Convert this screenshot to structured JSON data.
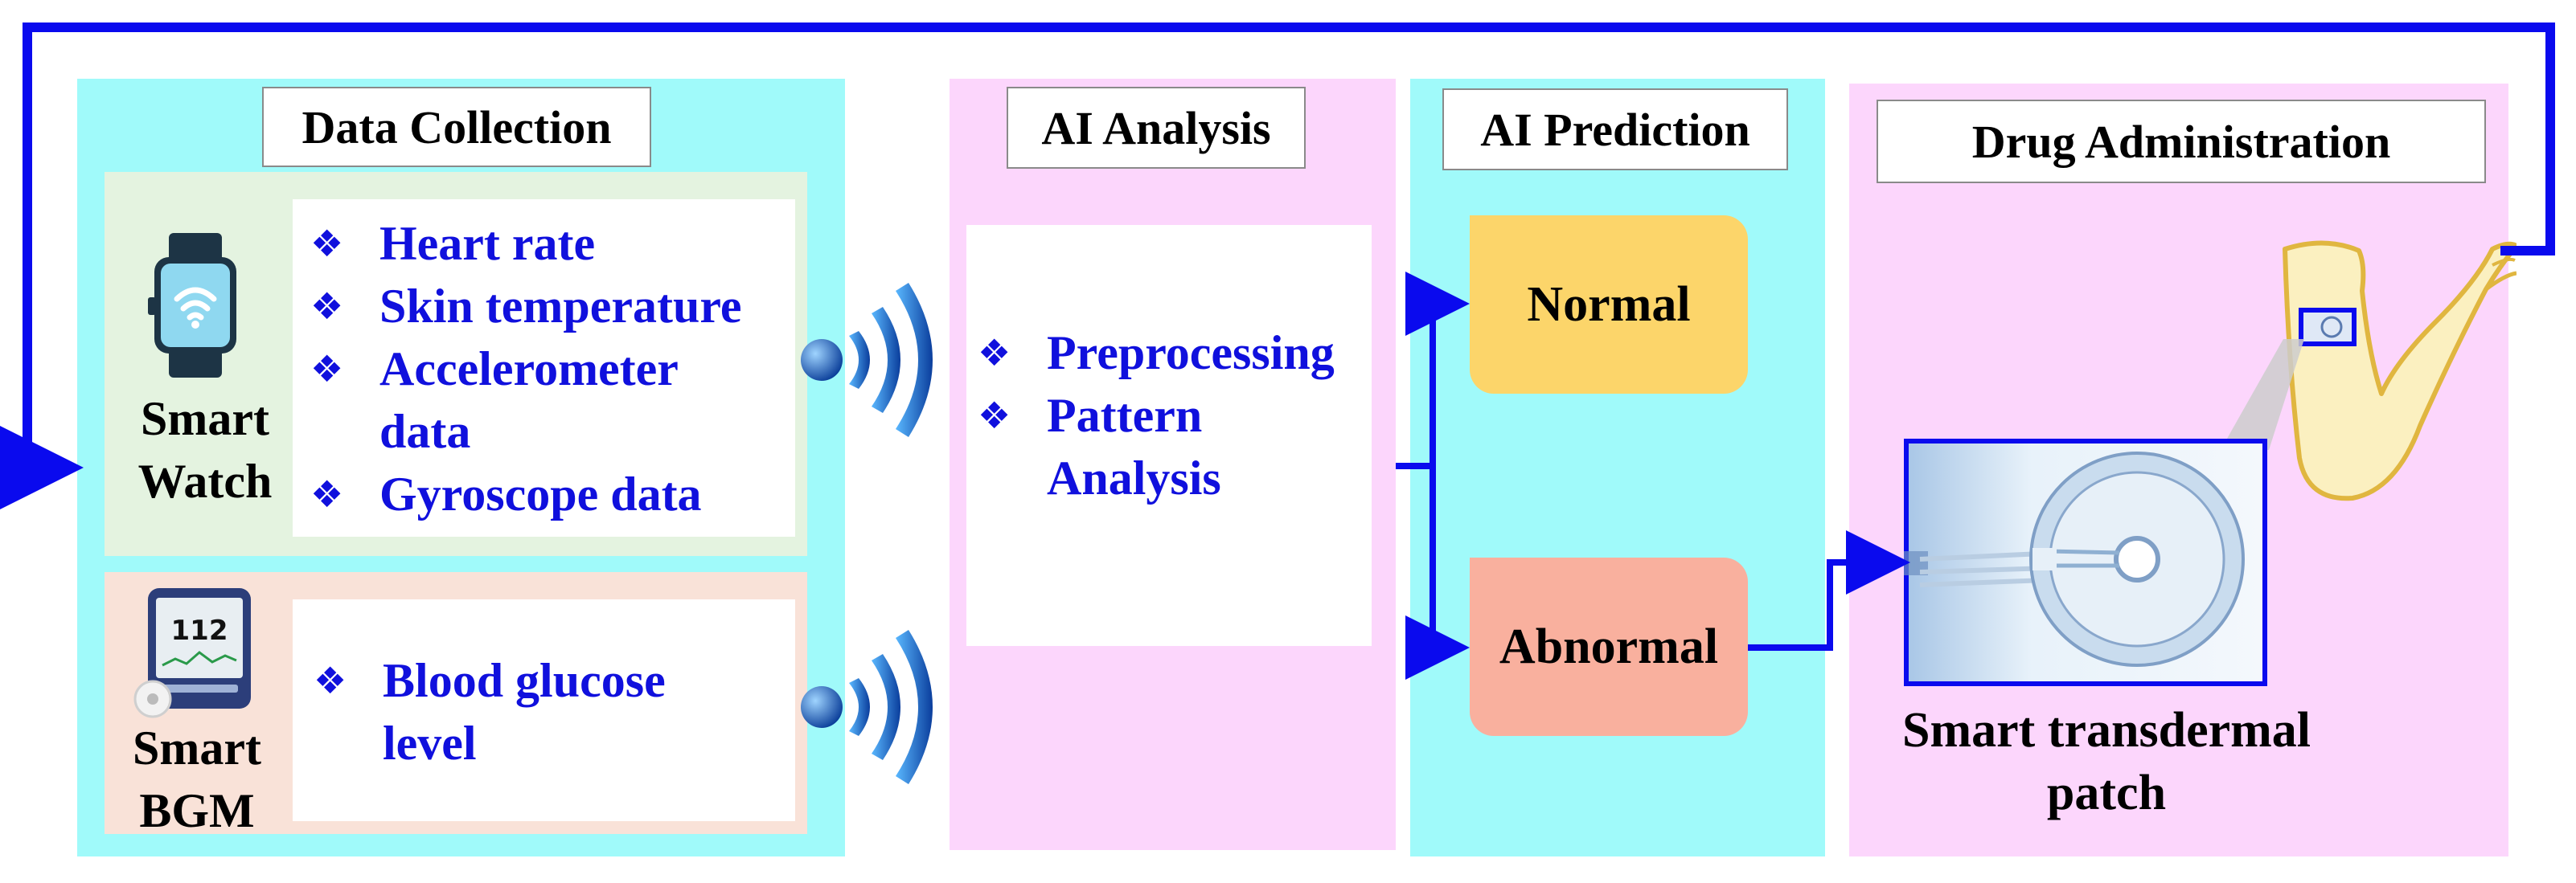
{
  "data_collection": {
    "title": "Data Collection",
    "watch": {
      "label_lines": [
        "Smart",
        "Watch"
      ],
      "items": [
        [
          "Heart rate"
        ],
        [
          "Skin temperature"
        ],
        [
          "Accelerometer",
          "data"
        ],
        [
          "Gyroscope data"
        ]
      ]
    },
    "bgm": {
      "label_lines": [
        "Smart",
        "BGM"
      ],
      "screen_value": "112",
      "items": [
        [
          "Blood glucose",
          "level"
        ]
      ]
    }
  },
  "ai_analysis": {
    "title": "AI Analysis",
    "items": [
      [
        "Preprocessing"
      ],
      [
        "Pattern",
        "Analysis"
      ]
    ]
  },
  "ai_prediction": {
    "title": "AI Prediction",
    "normal": "Normal",
    "abnormal": "Abnormal"
  },
  "drug_administration": {
    "title": "Drug Administration",
    "patch_label_lines": [
      "Smart transdermal",
      "patch"
    ]
  },
  "colors": {
    "cyan_panel": "#a0fafa",
    "pink_panel": "#fcd6fc",
    "arrow_blue": "#0a0aee",
    "text_blue": "#1010dd",
    "normal_fill": "#fcd56a",
    "abnormal_fill": "#f9b09e",
    "watch_row_fill": "#e4f3e0",
    "bgm_row_fill": "#f9e2d8"
  },
  "icons": [
    "smartwatch-icon",
    "glucose-meter-icon",
    "wireless-signal-icon",
    "arm-icon",
    "patch-microscope-image"
  ]
}
